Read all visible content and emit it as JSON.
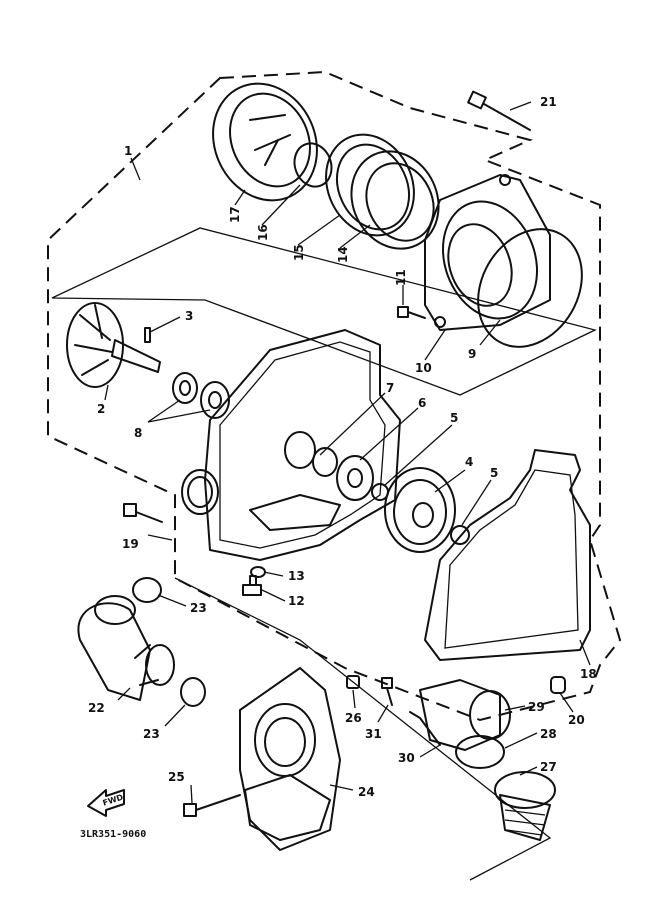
{
  "diagram": {
    "part_numbers": [
      "1",
      "2",
      "3",
      "4",
      "5",
      "5",
      "6",
      "7",
      "8",
      "9",
      "10",
      "11",
      "12",
      "13",
      "14",
      "15",
      "16",
      "17",
      "18",
      "19",
      "20",
      "21",
      "22",
      "23",
      "23",
      "24",
      "25",
      "26",
      "27",
      "28",
      "29",
      "30",
      "31"
    ],
    "front_arrow_text": "FWD",
    "drawing_code": "3LR351-9060"
  }
}
